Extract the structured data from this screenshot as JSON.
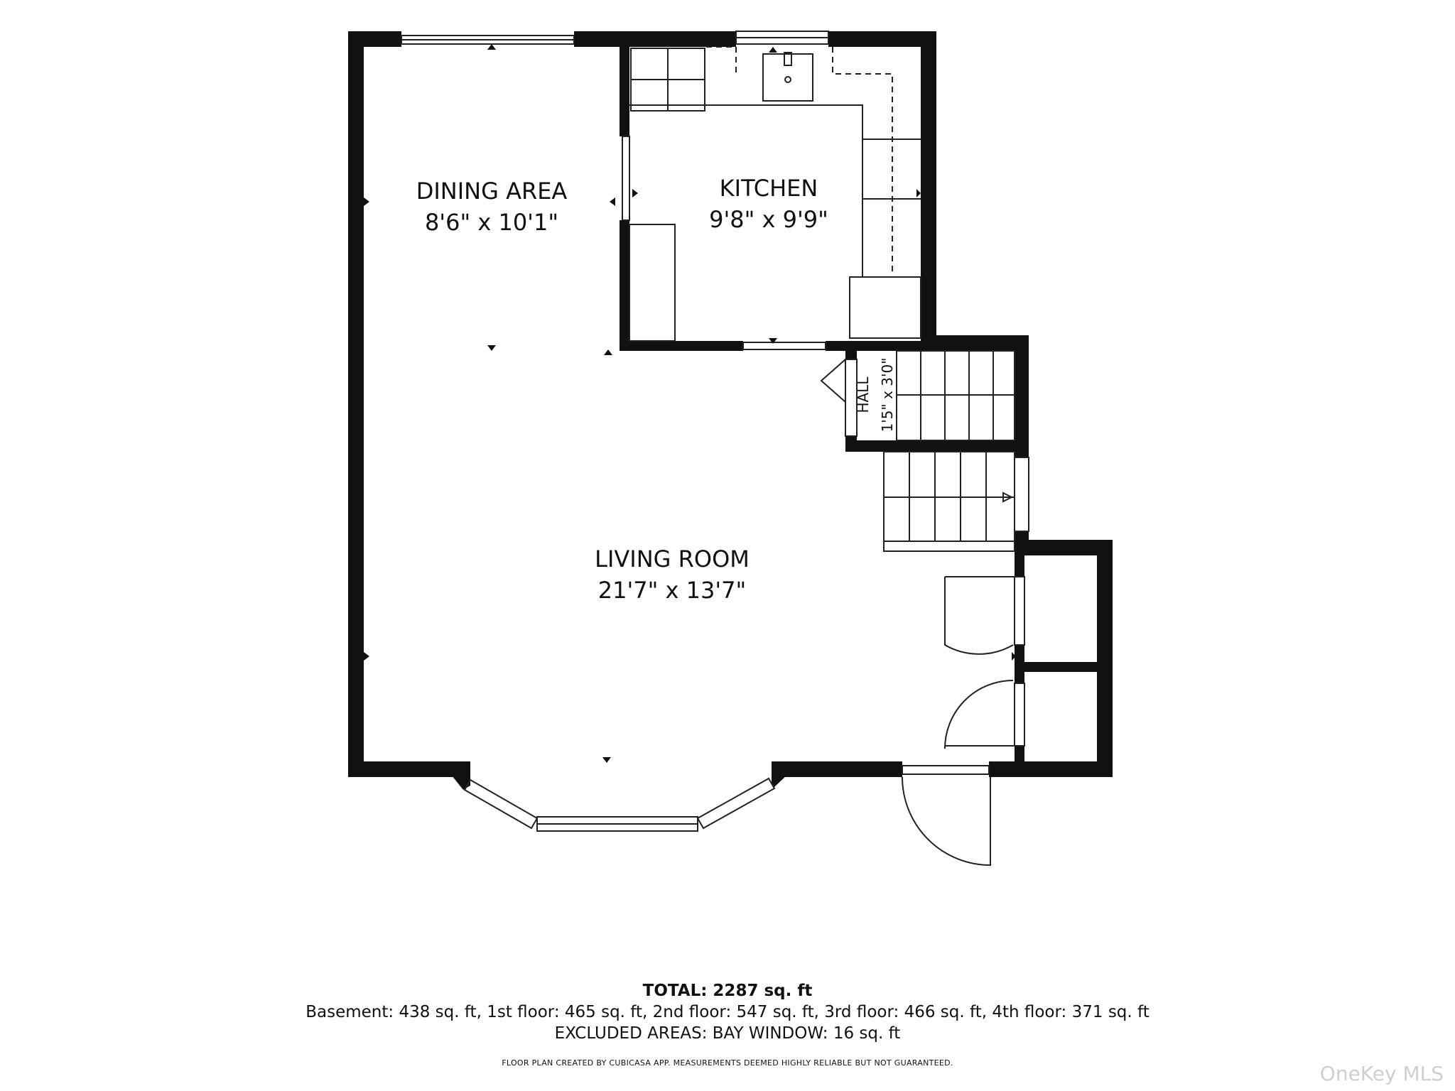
{
  "rooms": [
    {
      "name": "DINING AREA",
      "dims": "8'6\" x 10'1\""
    },
    {
      "name": "KITCHEN",
      "dims": "9'8\" x 9'9\""
    },
    {
      "name": "LIVING ROOM",
      "dims": "21'7\" x 13'7\""
    },
    {
      "name": "HALL",
      "dims": "1'5\" x 3'0\""
    }
  ],
  "summary": {
    "total": "TOTAL: 2287 sq. ft",
    "breakdown": "Basement: 438 sq. ft, 1st floor: 465 sq. ft, 2nd floor: 547 sq. ft, 3rd floor: 466 sq. ft, 4th floor: 371 sq. ft",
    "excluded": "EXCLUDED AREAS: BAY WINDOW: 16 sq. ft"
  },
  "credit": "FLOOR PLAN CREATED BY CUBICASA APP. MEASUREMENTS DEEMED HIGHLY RELIABLE BUT NOT GUARANTEED.",
  "watermark": "OneKey MLS",
  "colors": {
    "wall": "#111111",
    "line": "#222222",
    "background": "#ffffff"
  }
}
